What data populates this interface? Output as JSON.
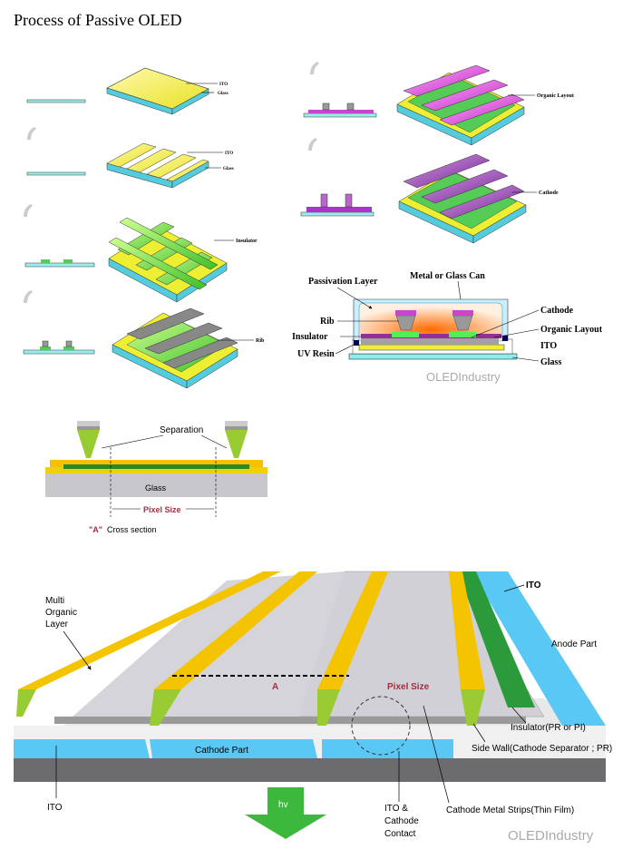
{
  "title": "Process of Passive OLED",
  "steps_left": {
    "step1": {
      "ito": "ITO",
      "glass": "Glass"
    },
    "step2": {
      "ito": "ITO",
      "glass": "Glass"
    },
    "step3": {
      "insulator": "Insulator"
    },
    "step4": {
      "rib": "Rib"
    }
  },
  "steps_right": {
    "step5": {
      "organic": "Organic Layout"
    },
    "step6": {
      "cathode": "Cathode"
    }
  },
  "cross_section": {
    "passivation": "Passivation Layer",
    "can": "Metal or Glass Can",
    "rib": "Rib",
    "insulator": "Insulator",
    "uv_resin": "UV Resin",
    "cathode": "Cathode",
    "organic": "Organic Layout",
    "ito": "ITO",
    "glass": "Glass"
  },
  "pixel_section": {
    "separation": "Separation",
    "glass": "Glass",
    "pixel_size": "Pixel Size",
    "caption_a": "\"A\"",
    "caption": "Cross section"
  },
  "perspective": {
    "multi_organic": [
      "Multi",
      "Organic",
      "Layer"
    ],
    "ito_top": "ITO",
    "anode_part": "Anode Part",
    "a_marker": "A",
    "pixel_size": "Pixel Size",
    "insulator": "Insulator(PR or PI)",
    "side_wall": "Side Wall(Cathode Separator ; PR)",
    "cathode_part": "Cathode Part",
    "ito_bottom": "ITO",
    "ito_contact": [
      "ITO &",
      "Cathode",
      "Contact"
    ],
    "cathode_strips": "Cathode Metal Strips(Thin Film)",
    "hv": "hv"
  },
  "watermark": "OLEDIndustry"
}
